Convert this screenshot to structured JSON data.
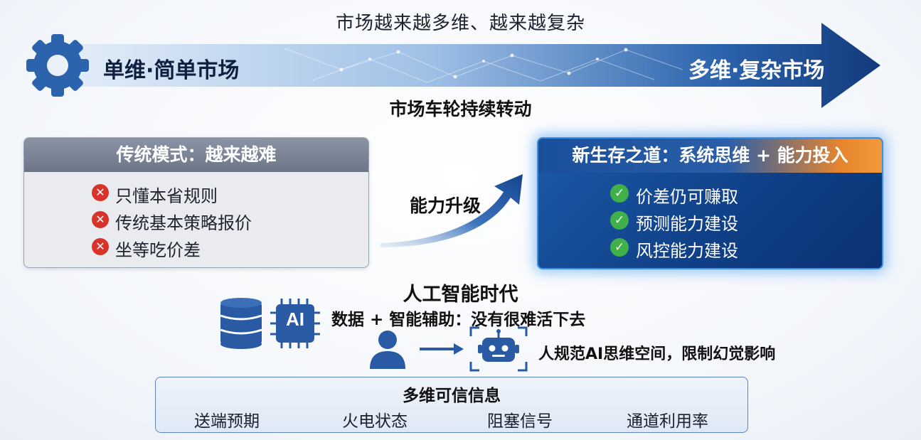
{
  "header": {
    "title": "市场越来越多维、越来越复杂",
    "left_market": "单维·简单市场",
    "right_market": "多维·复杂市场",
    "caption": "市场车轮持续转动"
  },
  "traditional": {
    "title": "传统模式：越来越难",
    "items": [
      "只懂本省规则",
      "传统基本策略报价",
      "坐等吃价差"
    ]
  },
  "upgrade": {
    "label": "能力升级"
  },
  "new_way": {
    "title": "新生存之道：系统思维 + 能力投入",
    "items": [
      "价差仍可赚取",
      "预测能力建设",
      "风控能力建设"
    ]
  },
  "ai_era": {
    "title": "人工智能时代",
    "subtitle": "数据 + 智能辅助：没有很难活下去",
    "chip_label": "AI",
    "note": "人规范AI思维空间，限制幻觉影响"
  },
  "info": {
    "title": "多维可信信息",
    "items": [
      "送端预期",
      "火电状态",
      "阻塞信号",
      "通道利用率"
    ]
  },
  "colors": {
    "arrow_start": "#dbe8f6",
    "arrow_end": "#133d80",
    "new_box": "#0f3f86",
    "accent_orange": "#f39a3a",
    "error_red": "#d8322b",
    "ok_green": "#3fb04a"
  }
}
